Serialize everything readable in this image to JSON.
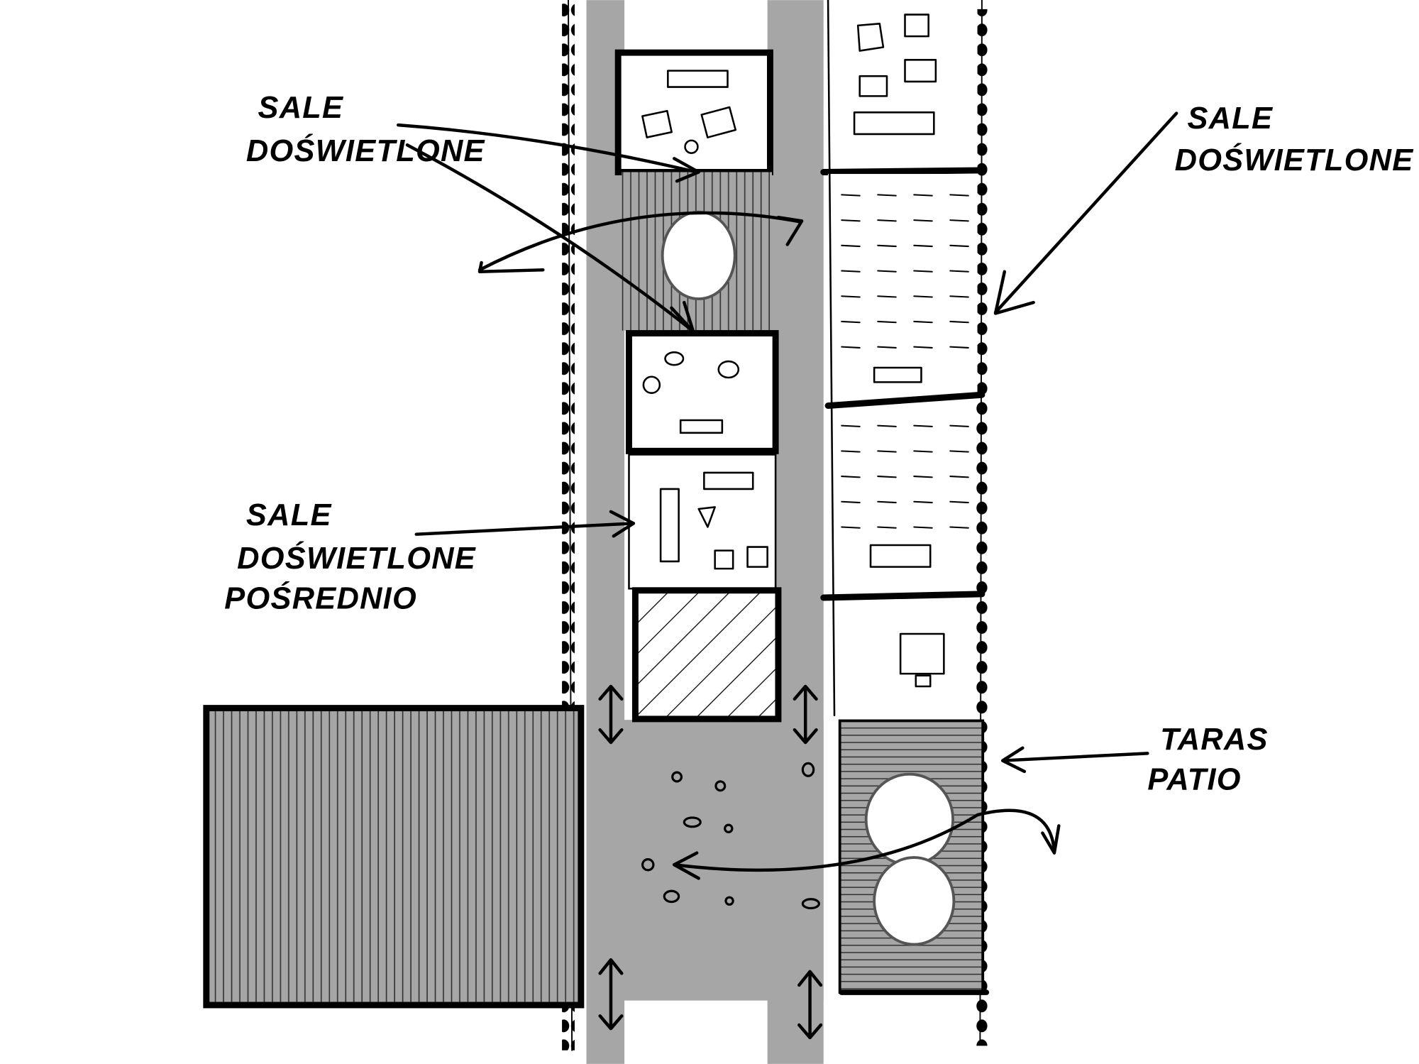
{
  "labels": {
    "top_left": {
      "line1": "SALE",
      "line2": "DOŚWIETLONE"
    },
    "top_right": {
      "line1": "SALE",
      "line2": "DOŚWIETLONE"
    },
    "middle_left": {
      "line1": "SALE",
      "line2": "DOŚWIETLONE",
      "line3": "POŚREDNIO"
    },
    "patio": {
      "line1": "TARAS",
      "line2": "PATIO"
    }
  },
  "colors": {
    "ink": "#000000",
    "corridor_gray": "#a6a6a6",
    "paper": "#ffffff"
  }
}
